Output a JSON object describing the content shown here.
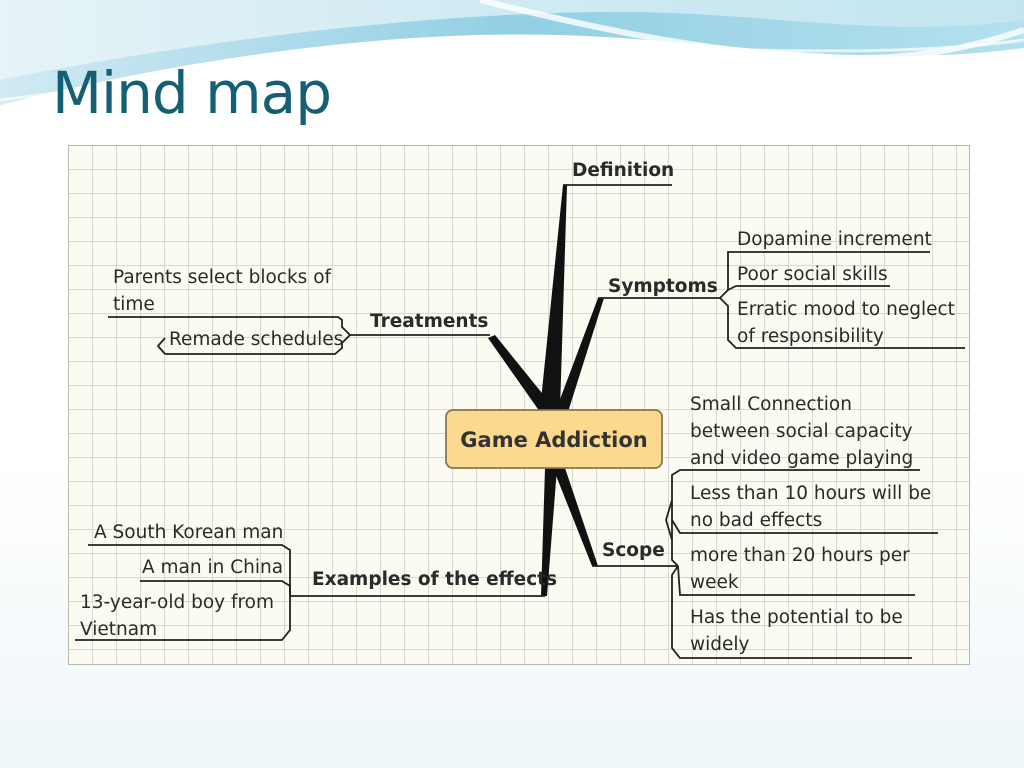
{
  "slide": {
    "title": "Mind map"
  },
  "mindmap": {
    "central": "Game Addiction",
    "definition": {
      "label": "Definition"
    },
    "symptoms": {
      "label": "Symptoms",
      "items": [
        [
          "Dopamine increment"
        ],
        [
          "Poor social skills"
        ],
        [
          "Erratic mood to neglect",
          "of responsibility"
        ]
      ]
    },
    "treatments": {
      "label": "Treatments",
      "items": [
        [
          "Parents select blocks of",
          "time"
        ],
        [
          "Remade schedules"
        ]
      ]
    },
    "scope": {
      "label": "Scope",
      "items": [
        [
          "Small Connection",
          "between social capacity",
          "and video game playing"
        ],
        [
          "Less than 10 hours will be",
          "no bad effects"
        ],
        [
          "more than 20 hours per",
          "week"
        ],
        [
          "Has the potential to be",
          "widely"
        ]
      ]
    },
    "examples": {
      "label": "Examples of the effects",
      "items": [
        [
          "A South Korean man"
        ],
        [
          "A man in China"
        ],
        [
          "13-year-old boy from",
          "Vietnam"
        ]
      ]
    }
  },
  "colors": {
    "title": "#145f73",
    "central_fill": "#fbd98f",
    "central_stroke": "#8a7650",
    "grid": "#d7d9d2",
    "frame_bg": "#fbfbf2"
  }
}
